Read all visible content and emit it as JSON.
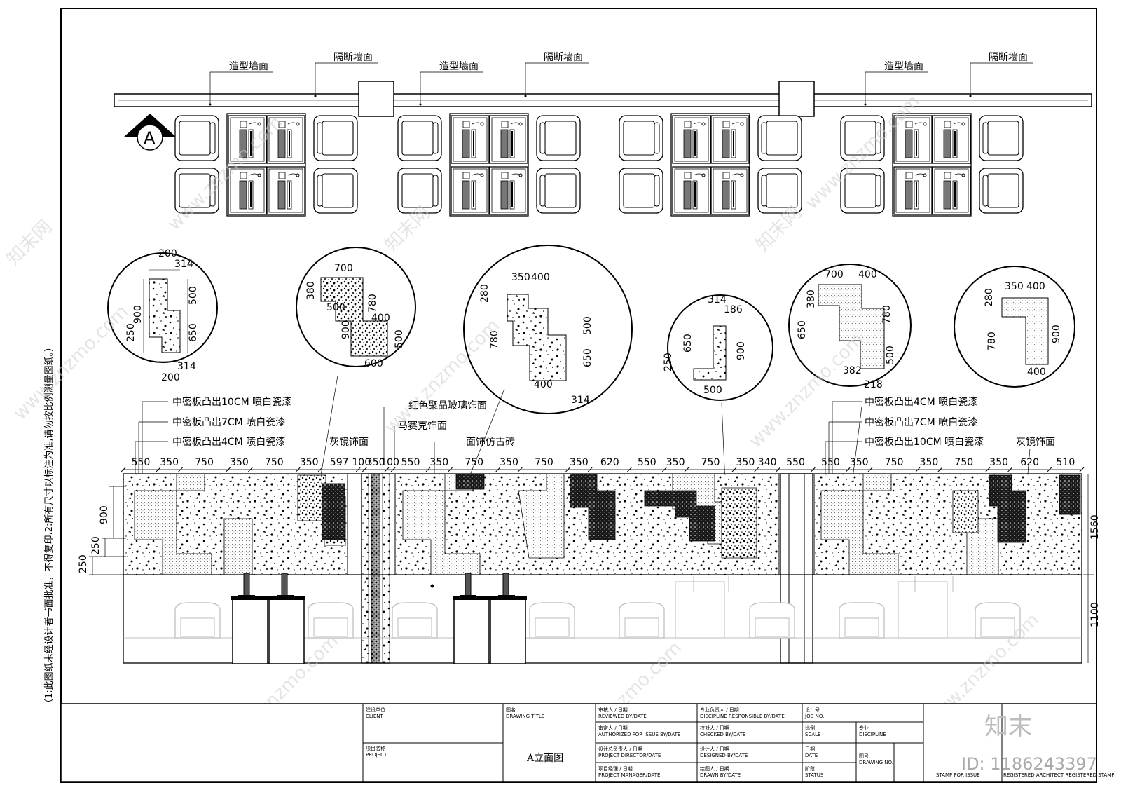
{
  "plan": {
    "labels": {
      "feature_wall": "造型墙面",
      "partition_wall": "隔断墙面"
    },
    "section_marker": "A"
  },
  "details": [
    {
      "dims": [
        "200",
        "314",
        "900",
        "500",
        "650",
        "250",
        "200",
        "314"
      ]
    },
    {
      "dims": [
        "700",
        "380",
        "500",
        "780",
        "400",
        "900",
        "500",
        "600"
      ]
    },
    {
      "dims": [
        "350",
        "400",
        "280",
        "500",
        "780",
        "650",
        "400",
        "314"
      ]
    },
    {
      "dims": [
        "314",
        "186",
        "650",
        "900",
        "250",
        "500"
      ]
    },
    {
      "dims": [
        "700",
        "400",
        "380",
        "780",
        "650",
        "500",
        "382",
        "218"
      ]
    },
    {
      "dims": [
        "350",
        "400",
        "280",
        "780",
        "900",
        "400"
      ]
    }
  ],
  "callouts": {
    "left": [
      "中密板凸出10CM 喷白瓷漆",
      "中密板凸出7CM 喷白瓷漆",
      "中密板凸出4CM 喷白瓷漆"
    ],
    "right": [
      "中密板凸出4CM 喷白瓷漆",
      "中密板凸出7CM 喷白瓷漆",
      "中密板凸出10CM 喷白瓷漆"
    ],
    "gray_mirror_1": "灰镜饰面",
    "gray_mirror_2": "灰镜饰面",
    "red_glass": "红色聚晶玻璃饰面",
    "mosaic": "马赛克饰面",
    "tile": "面饰仿古砖"
  },
  "elevation_dims": {
    "top": [
      "550",
      "350",
      "750",
      "350",
      "750",
      "350",
      "597",
      "100",
      "350",
      "100",
      "550",
      "350",
      "750",
      "350",
      "750",
      "350",
      "620",
      "550",
      "350",
      "750",
      "350",
      "340",
      "550",
      "550",
      "350",
      "750",
      "350",
      "750",
      "350",
      "620",
      "510"
    ],
    "left_vertical": [
      "900",
      "250",
      "250"
    ],
    "right_vertical": [
      "1560",
      "1100"
    ]
  },
  "side_note": "（1:此图纸未经设计者书面批准，不得复印.2:所有尺寸以标注为准,请勿按比例测量图纸。）",
  "title_block": {
    "client": "建设单位",
    "client_en": "CLIENT",
    "project": "项目名称",
    "project_en": "PROJECT",
    "drawing_title_cn": "图名",
    "drawing_title_en": "DRAWING TITLE",
    "drawing_title_value": "A立面图",
    "reviewed": "审核人 / 日期",
    "reviewed_en": "REVIEWED BY/DATE",
    "authorized": "审定人 / 日期",
    "authorized_en": "AUTHORIZED FOR ISSUE BY/DATE",
    "director": "设计总负责人 / 日期",
    "director_en": "PROJECT DIRECTOR/DATE",
    "manager": "项目经理 / 日期",
    "manager_en": "PROJECT MANAGER/DATE",
    "discipline_resp": "专业负责人 / 日期",
    "discipline_resp_en": "DISCIPLINE RESPONSIBLE BY/DATE",
    "checked": "校对人 / 日期",
    "checked_en": "CHECKED BY/DATE",
    "designed": "设计人 / 日期",
    "designed_en": "DESIGNED BY/DATE",
    "drawn": "绘图人 / 日期",
    "drawn_en": "DRAWN BY/DATE",
    "job": "设计号",
    "job_en": "JOB NO.",
    "scale": "比例",
    "scale_en": "SCALE",
    "discipline": "专业",
    "discipline_en": "DISCIPLINE",
    "date": "日期",
    "date_en": "DATE",
    "status": "阶段",
    "status_en": "STATUS",
    "drawing_no": "图号",
    "drawing_no_en": "DRAWING NO.",
    "stamp_issue": "STAMP FOR ISSUE",
    "stamp_arch": "REGISTERED ARCHITECT REGISTERED STAMP"
  },
  "watermark": {
    "logo": "知末",
    "id": "ID: 1186243397",
    "site": "www.znzmo.com",
    "brand": "知末网"
  },
  "colors": {
    "line": "#000000",
    "hatch_gray": "#9a9a9a",
    "dark": "#1a1a1a"
  }
}
